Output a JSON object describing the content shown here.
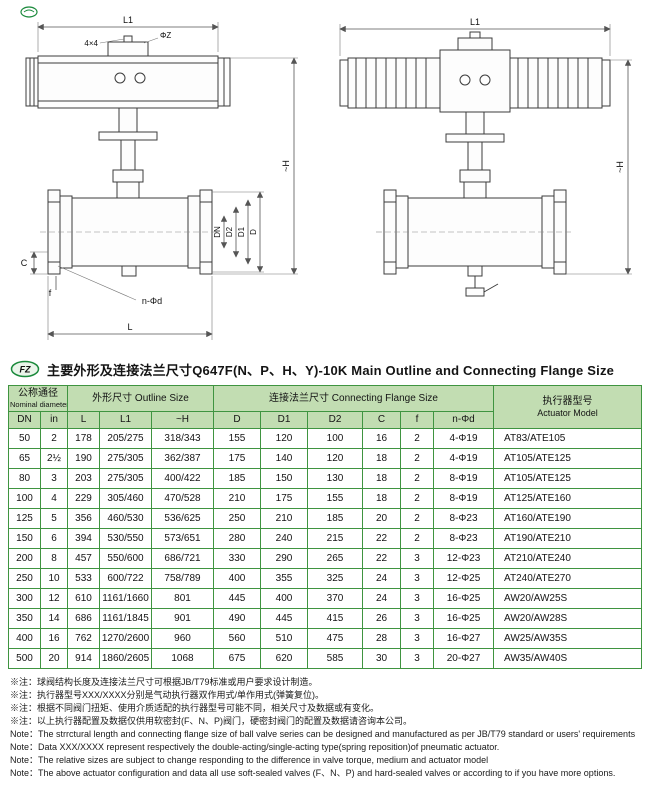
{
  "colors": {
    "table_border": "#3f9440",
    "table_header_bg": "#c2ddb2",
    "accent_green": "#1b8a3c"
  },
  "header_mark": {
    "logo_text": "FZ"
  },
  "title": {
    "text": "主要外形及连接法兰尺寸Q647F(N、P、H、Y)-10K  Main Outline and Connecting Flange Size"
  },
  "drawings": {
    "left": {
      "l1": "L1",
      "four_by_four": "4×4",
      "phi_z": "ΦZ",
      "h": "~H",
      "dn": "DN",
      "d2": "D2",
      "d1": "D1",
      "d": "D",
      "c": "C",
      "f": "f",
      "n_phid": "n-Φd",
      "l": "L"
    },
    "right": {
      "l1": "L1",
      "h": "~H"
    }
  },
  "table": {
    "groups": {
      "nominal_zh": "公称通径",
      "nominal_en": "Nominal diameter",
      "outline": "外形尺寸 Outline Size",
      "flange": "连接法兰尺寸 Connecting Flange Size",
      "actuator_zh": "执行器型号",
      "actuator_en": "Actuator Model"
    },
    "columns": [
      "DN",
      "in",
      "L",
      "L1",
      "~H",
      "D",
      "D1",
      "D2",
      "C",
      "f",
      "n-Φd"
    ],
    "rows": [
      [
        "50",
        "2",
        "178",
        "205/275",
        "318/343",
        "155",
        "120",
        "100",
        "16",
        "2",
        "4-Φ19",
        "AT83/ATE105"
      ],
      [
        "65",
        "2½",
        "190",
        "275/305",
        "362/387",
        "175",
        "140",
        "120",
        "18",
        "2",
        "4-Φ19",
        "AT105/ATE125"
      ],
      [
        "80",
        "3",
        "203",
        "275/305",
        "400/422",
        "185",
        "150",
        "130",
        "18",
        "2",
        "8-Φ19",
        "AT105/ATE125"
      ],
      [
        "100",
        "4",
        "229",
        "305/460",
        "470/528",
        "210",
        "175",
        "155",
        "18",
        "2",
        "8-Φ19",
        "AT125/ATE160"
      ],
      [
        "125",
        "5",
        "356",
        "460/530",
        "536/625",
        "250",
        "210",
        "185",
        "20",
        "2",
        "8-Φ23",
        "AT160/ATE190"
      ],
      [
        "150",
        "6",
        "394",
        "530/550",
        "573/651",
        "280",
        "240",
        "215",
        "22",
        "2",
        "8-Φ23",
        "AT190/ATE210"
      ],
      [
        "200",
        "8",
        "457",
        "550/600",
        "686/721",
        "330",
        "290",
        "265",
        "22",
        "3",
        "12-Φ23",
        "AT210/ATE240"
      ],
      [
        "250",
        "10",
        "533",
        "600/722",
        "758/789",
        "400",
        "355",
        "325",
        "24",
        "3",
        "12-Φ25",
        "AT240/ATE270"
      ],
      [
        "300",
        "12",
        "610",
        "1161/1660",
        "801",
        "445",
        "400",
        "370",
        "24",
        "3",
        "16-Φ25",
        "AW20/AW25S"
      ],
      [
        "350",
        "14",
        "686",
        "1161/1845",
        "901",
        "490",
        "445",
        "415",
        "26",
        "3",
        "16-Φ25",
        "AW20/AW28S"
      ],
      [
        "400",
        "16",
        "762",
        "1270/2600",
        "960",
        "560",
        "510",
        "475",
        "28",
        "3",
        "16-Φ27",
        "AW25/AW35S"
      ],
      [
        "500",
        "20",
        "914",
        "1860/2605",
        "1068",
        "675",
        "620",
        "585",
        "30",
        "3",
        "20-Φ27",
        "AW35/AW40S"
      ]
    ]
  },
  "notes": [
    "※注：球阀结构长度及连接法兰尺寸可根据JB/T79标准或用户要求设计制造。",
    "※注：执行器型号XXX/XXXX分别是气动执行器双作用式/单作用式(弹簧复位)。",
    "※注：根据不同阀门扭矩、使用介质适配的执行器型号可能不同，相关尺寸及数据或有变化。",
    "※注：以上执行器配置及数据仅供用软密封(F、N、P)阀门，硬密封阀门的配置及数据请咨询本公司。",
    "Note：The strrctural length and connecting flange size of ball valve series can be designed and manufactured as per JB/T79 standard or users' requirements",
    "Note：Data XXX/XXXX  represent respectively the double-acting/single-acting type(spring reposition)of pneumatic actuator.",
    "Note：The relative sizes are subject to change responding to the difference in valve torque, medium and actuator model",
    "Note：The above actuator configuration and data all use soft-sealed valves (F、N、P) and hard-sealed valves or according to if you have more options."
  ]
}
